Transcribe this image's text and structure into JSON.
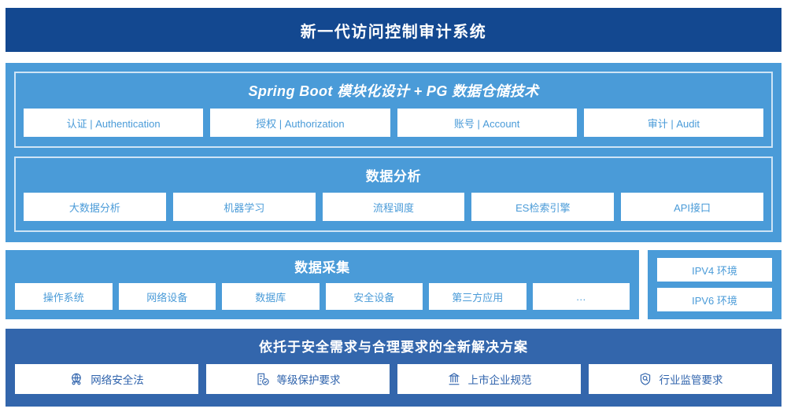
{
  "header": {
    "title": "新一代访问控制审计系统"
  },
  "architecture": {
    "platform_group": {
      "title": "Spring Boot 模块化设计 + PG 数据仓储技术",
      "items": [
        {
          "label": "认证 | Authentication"
        },
        {
          "label": "授权 | Authorization"
        },
        {
          "label": "账号 | Account"
        },
        {
          "label": "审计 | Audit"
        }
      ]
    },
    "analysis_group": {
      "title": "数据分析",
      "items": [
        {
          "label": "大数据分析"
        },
        {
          "label": "机器学习"
        },
        {
          "label": "流程调度"
        },
        {
          "label": "ES检索引擎"
        },
        {
          "label": "API接口"
        }
      ]
    },
    "collection_group": {
      "title": "数据采集",
      "items": [
        {
          "label": "操作系统"
        },
        {
          "label": "网络设备"
        },
        {
          "label": "数据库"
        },
        {
          "label": "安全设备"
        },
        {
          "label": "第三方应用"
        },
        {
          "label": "…"
        }
      ]
    },
    "environment_group": {
      "items": [
        {
          "label": "IPV4 环境"
        },
        {
          "label": "IPV6 环境"
        }
      ]
    },
    "compliance_group": {
      "title": "依托于安全需求与合理要求的全新解决方案",
      "items": [
        {
          "label": "网络安全法",
          "icon": "globe-network-icon"
        },
        {
          "label": "等级保护要求",
          "icon": "document-check-icon"
        },
        {
          "label": "上市企业规范",
          "icon": "bank-building-icon"
        },
        {
          "label": "行业监管要求",
          "icon": "shield-search-icon"
        }
      ]
    }
  },
  "colors": {
    "header_navy": "#134890",
    "panel_light_blue": "#4a9bd8",
    "panel_dark_blue": "#3366ac",
    "chip_background": "#ffffff",
    "chip_text_light": "#4a9bd8",
    "chip_text_dark": "#2f63ac",
    "group_border": "#cfe4f5"
  }
}
